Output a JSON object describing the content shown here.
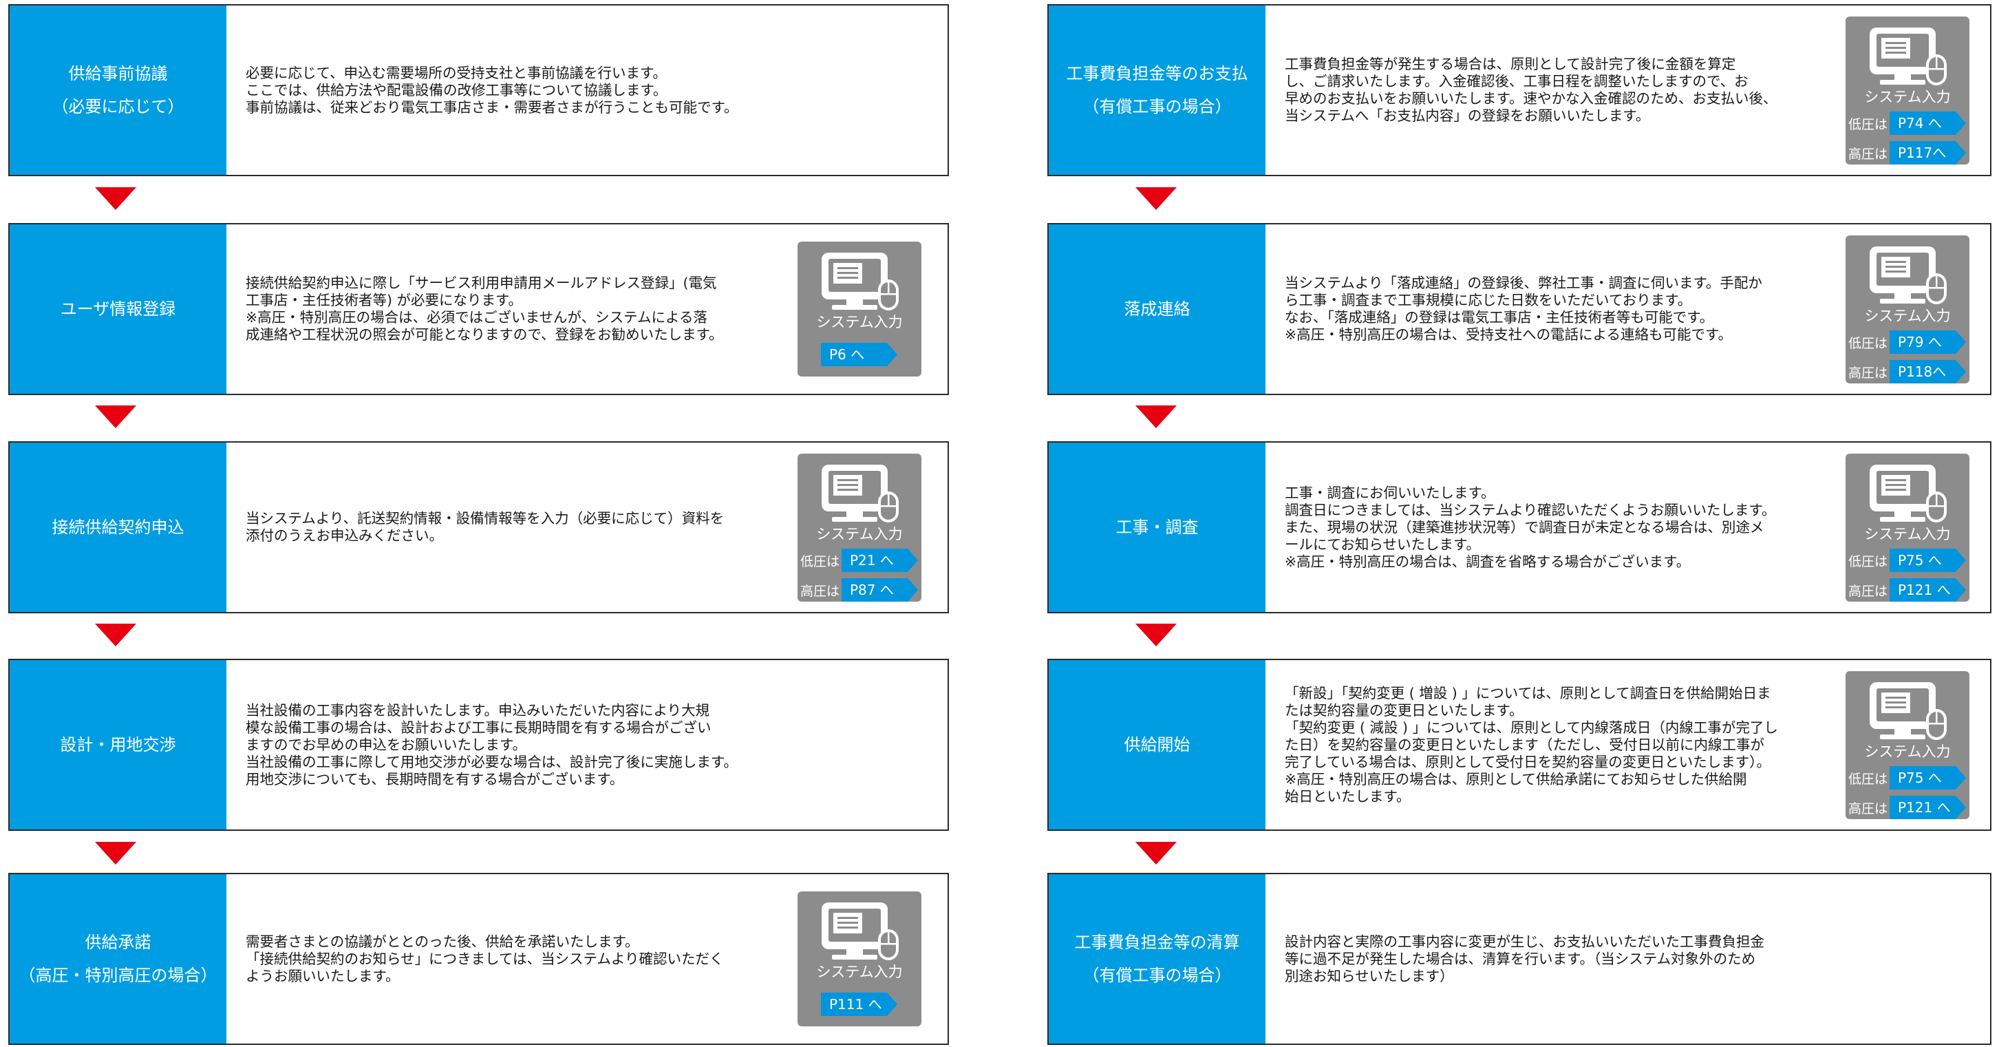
{
  "colors": {
    "title_bg": "#009de3",
    "arrow": "#e60012",
    "system_badge_bg": "#8c8c8c",
    "page_link_bg": "#0095dc",
    "border": "#2b2b2b"
  },
  "left_steps": [
    {
      "title": [
        "供給事前協議",
        "（必要に応じて）"
      ],
      "text": [
        "必要に応じて、申込む需要場所の受持支社と事前協議を行います。",
        "ここでは、供給方法や配電設備の改修工事等について協議します。",
        "事前協議は、従来どおり電気工事店さま・需要者さまが行うことも可能です。"
      ],
      "system": null
    },
    {
      "title": [
        "ユーザ情報登録"
      ],
      "text": [
        "接続供給契約申込に際し「サービス利用申請用メールアドレス登録」(電気",
        "工事店・主任技術者等) が必要になります。",
        "※高圧・特別高圧の場合は、必須ではございませんが、システムによる落",
        "成連絡や工程状況の照会が可能となりますので、登録をお勧めいたします。"
      ],
      "system": {
        "label": "システム入力",
        "rows": [
          {
            "prefix": "",
            "link": "P6 へ"
          }
        ]
      }
    },
    {
      "title": [
        "接続供給契約申込"
      ],
      "text": [
        "当システムより、託送契約情報・設備情報等を入力（必要に応じて）資料を",
        "添付のうえお申込みください。"
      ],
      "system": {
        "label": "システム入力",
        "rows": [
          {
            "prefix": "低圧は",
            "link": "P21 へ"
          },
          {
            "prefix": "高圧は",
            "link": "P87 へ"
          }
        ]
      }
    },
    {
      "title": [
        "設計・用地交渉"
      ],
      "text": [
        "当社設備の工事内容を設計いたします。申込みいただいた内容により大規",
        "模な設備工事の場合は、設計および工事に長期時間を有する場合がござい",
        "ますのでお早めの申込をお願いいたします。",
        "当社設備の工事に際して用地交渉が必要な場合は、設計完了後に実施します。",
        "用地交渉についても、長期時間を有する場合がございます。"
      ],
      "system": null
    },
    {
      "title": [
        "供給承諾",
        "（高圧・特別高圧の場合）"
      ],
      "text": [
        "需要者さまとの協議がととのった後、供給を承諾いたします。",
        "「接続供給契約のお知らせ」につきましては、当システムより確認いただく",
        "ようお願いいたします。"
      ],
      "system": {
        "label": "システム入力",
        "rows": [
          {
            "prefix": "",
            "link": "P111 へ"
          }
        ]
      }
    }
  ],
  "right_steps": [
    {
      "title": [
        "工事費負担金等のお支払",
        "（有償工事の場合）"
      ],
      "text": [
        "工事費負担金等が発生する場合は、原則として設計完了後に金額を算定",
        "し、ご請求いたします。入金確認後、工事日程を調整いたしますので、お",
        "早めのお支払いをお願いいたします。速やかな入金確認のため、お支払い後、",
        "当システムへ「お支払内容」の登録をお願いいたします。"
      ],
      "system": {
        "label": "システム入力",
        "rows": [
          {
            "prefix": "低圧は",
            "link": "P74 へ"
          },
          {
            "prefix": "高圧は",
            "link": "P117へ"
          }
        ]
      }
    },
    {
      "title": [
        "落成連絡"
      ],
      "text": [
        "当システムより「落成連絡」の登録後、弊社工事・調査に伺います。手配か",
        "ら工事・調査まで工事規模に応じた日数をいただいております。",
        "なお、「落成連絡」の登録は電気工事店・主任技術者等も可能です。",
        "※高圧・特別高圧の場合は、受持支社への電話による連絡も可能です。"
      ],
      "system": {
        "label": "システム入力",
        "rows": [
          {
            "prefix": "低圧は",
            "link": "P79 へ"
          },
          {
            "prefix": "高圧は",
            "link": "P118へ"
          }
        ]
      }
    },
    {
      "title": [
        "工事・調査"
      ],
      "text": [
        "工事・調査にお伺いいたします。",
        "調査日につきましては、当システムより確認いただくようお願いいたします。",
        "また、現場の状況（建築進捗状況等）で調査日が未定となる場合は、別途メ",
        "ールにてお知らせいたします。",
        "※高圧・特別高圧の場合は、調査を省略する場合がございます。"
      ],
      "system": {
        "label": "システム入力",
        "rows": [
          {
            "prefix": "低圧は",
            "link": "P75 へ"
          },
          {
            "prefix": "高圧は",
            "link": "P121 へ"
          }
        ]
      }
    },
    {
      "title": [
        "供給開始"
      ],
      "text": [
        "「新設」「契約変更 ( 増設 ) 」については、原則として調査日を供給開始日ま",
        "たは契約容量の変更日といたします。",
        "「契約変更 ( 減設 ) 」については、原則として内線落成日（内線工事が完了し",
        "た日）を契約容量の変更日といたします（ただし、受付日以前に内線工事が",
        "完了している場合は、原則として受付日を契約容量の変更日といたします）。",
        "※高圧・特別高圧の場合は、原則として供給承諾にてお知らせした供給開",
        "始日といたします。"
      ],
      "system": {
        "label": "システム入力",
        "rows": [
          {
            "prefix": "低圧は",
            "link": "P75 へ"
          },
          {
            "prefix": "高圧は",
            "link": "P121 へ"
          }
        ]
      }
    },
    {
      "title": [
        "工事費負担金等の清算",
        "（有償工事の場合）"
      ],
      "text": [
        "設計内容と実際の工事内容に変更が生じ、お支払いいただいた工事費負担金",
        "等に過不足が発生した場合は、清算を行います。（当システム対象外のため",
        "別途お知らせいたします）"
      ],
      "system": null
    }
  ]
}
